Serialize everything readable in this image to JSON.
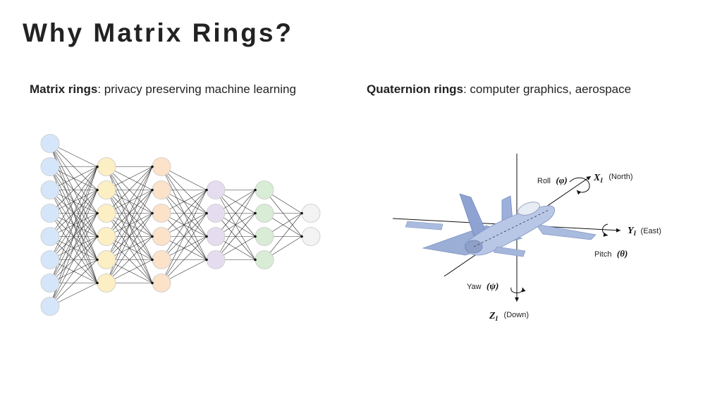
{
  "slide": {
    "title": "Why Matrix Rings?"
  },
  "left_caption": {
    "term": "Matrix rings",
    "description": ": privacy preserving machine learning"
  },
  "right_caption": {
    "term": "Quaternion rings",
    "description": ": computer graphics, aerospace"
  },
  "neural_network": {
    "layers": [
      {
        "nodes": 8,
        "color": "#d6e6fa"
      },
      {
        "nodes": 6,
        "color": "#fcefc4"
      },
      {
        "nodes": 6,
        "color": "#fce2c8"
      },
      {
        "nodes": 4,
        "color": "#e6dcef"
      },
      {
        "nodes": 4,
        "color": "#d9ecd6"
      },
      {
        "nodes": 2,
        "color": "#f3f3f3"
      }
    ]
  },
  "aircraft_axes": {
    "roll_label": "Roll",
    "roll_symbol": "(φ)",
    "x_axis_symbol": "X",
    "x_axis_subscript": "I",
    "x_axis_note": "(North)",
    "y_axis_symbol": "Y",
    "y_axis_subscript": "I",
    "y_axis_note": "(East)",
    "pitch_label": "Pitch",
    "pitch_symbol": "(θ)",
    "yaw_label": "Yaw",
    "yaw_symbol": "(ψ)",
    "z_axis_symbol": "Z",
    "z_axis_subscript": "I",
    "z_axis_note": "(Down)"
  }
}
